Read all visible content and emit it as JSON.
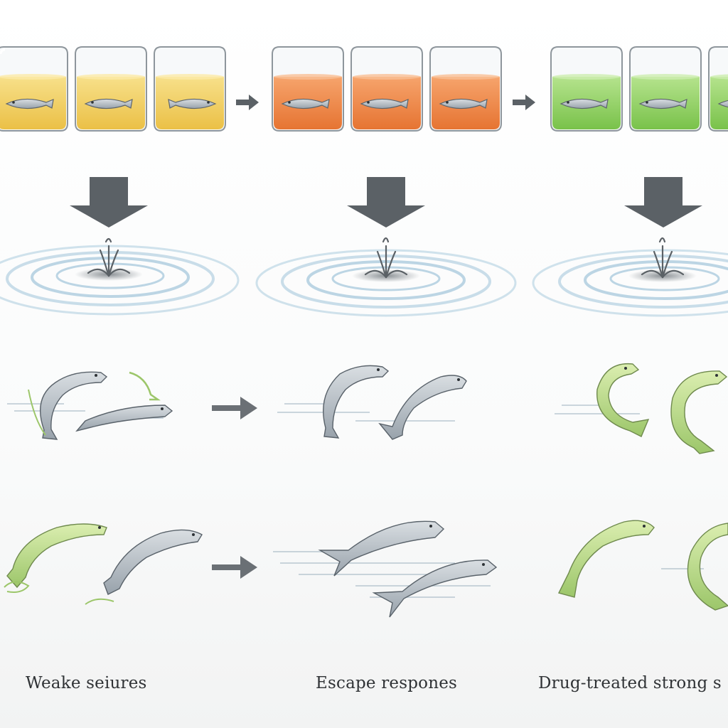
{
  "colors": {
    "panel1_liquid": "#f2cf5a",
    "panel2_liquid": "#ee8a45",
    "panel3_liquid": "#8fd05e",
    "arrow": "#5b6166",
    "ripple": "#bcd5e4",
    "fish_gray": "#b4bcc3",
    "fish_green": "#b9d883"
  },
  "icons": [
    "beaker-icon",
    "fish-icon",
    "down-arrow-icon",
    "right-arrow-icon",
    "water-ripple-icon"
  ],
  "panels": [
    {
      "caption": "Weake seiures",
      "liquid": "yellow"
    },
    {
      "caption": "Escape respones",
      "liquid": "orange"
    },
    {
      "caption": "Drug-treated strong s",
      "liquid": "green"
    }
  ]
}
